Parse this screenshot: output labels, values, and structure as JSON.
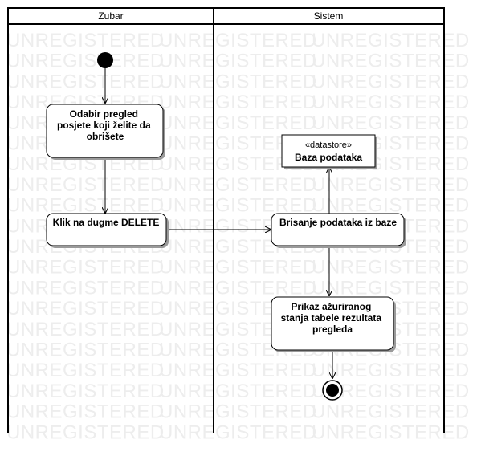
{
  "watermark": "UNREGISTERED",
  "lanes": {
    "left_title": "Zubar",
    "right_title": "Sistem"
  },
  "nodes": {
    "select_visit": [
      "Odabir pregled",
      "posjete koji želite da",
      "obrišete"
    ],
    "click_delete": [
      "Klik na dugme DELETE"
    ],
    "datastore_stereotype": "«datastore»",
    "datastore_name": "Baza podataka",
    "delete_data": [
      "Brisanje podataka iz baze"
    ],
    "show_updated": [
      "Prikaz ažuriranog",
      "stanja tabele rezultata",
      "pregleda"
    ]
  },
  "colors": {
    "watermark": "#ededed",
    "shadow": "#9a9a9a",
    "line": "#000000"
  }
}
